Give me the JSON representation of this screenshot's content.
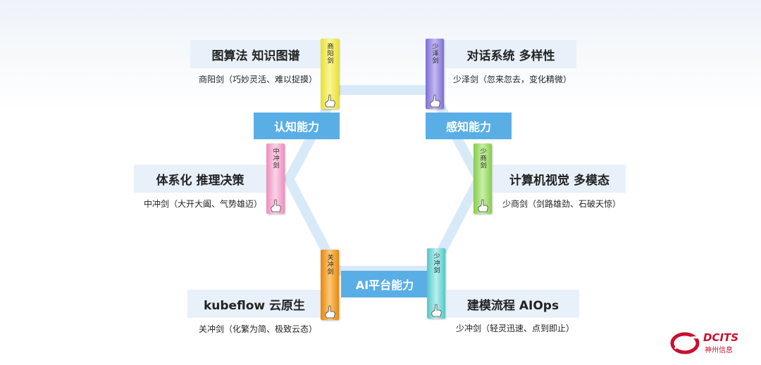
{
  "capabilities": {
    "cognitive": "认知能力",
    "perception": "感知能力",
    "ai_platform": "AI平台能力"
  },
  "nodes": [
    {
      "topic": "图算法 知识图谱",
      "sword": "商阳剑",
      "desc": "商阳剑（巧妙灵活、难以捉摸）",
      "color": "#f3ec45"
    },
    {
      "topic": "对话系统 多样性",
      "sword": "少泽剑",
      "desc": "少泽剑（忽来忽去，变化精微）",
      "color": "#9a8ae0"
    },
    {
      "topic": "体系化 推理决策",
      "sword": "中冲剑",
      "desc": "中冲剑（大开大阖、气势雄迈）",
      "color": "#f4a6cc"
    },
    {
      "topic": "计算机视觉 多模态",
      "sword": "少商剑",
      "desc": "少商剑（剑路雄劲、石破天惊）",
      "color": "#9fd86a"
    },
    {
      "topic": "kubeflow 云原生",
      "sword": "关冲剑",
      "desc": "关冲剑（化繁为简、极致云态）",
      "color": "#f59a1e"
    },
    {
      "topic": "建模流程 AIOps",
      "sword": "少冲剑",
      "desc": "少冲剑（轻灵迅速、点到即止）",
      "color": "#6fd8d6"
    }
  ],
  "logo": {
    "name": "DCITS",
    "subtitle": "神州信息"
  }
}
